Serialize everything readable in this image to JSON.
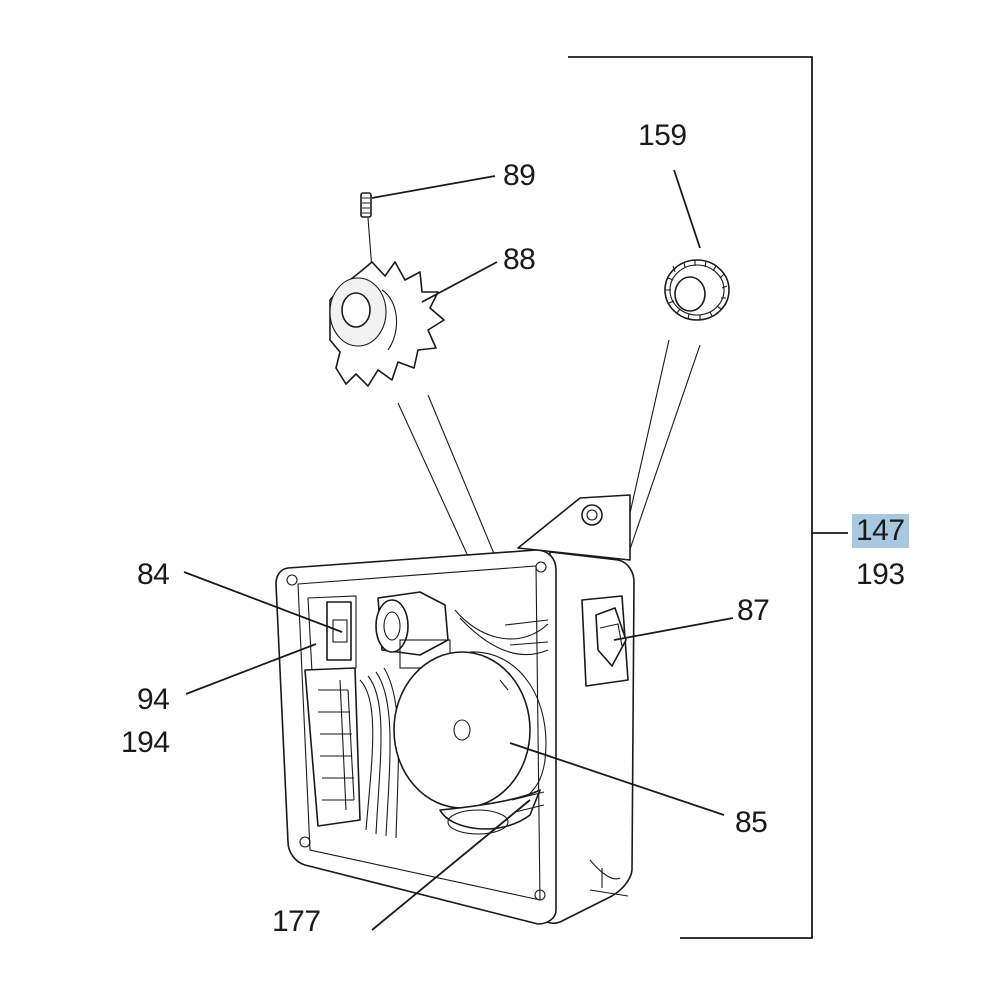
{
  "callouts": {
    "c89": "89",
    "c88": "88",
    "c159": "159",
    "c147": "147",
    "c193": "193",
    "c84": "84",
    "c87": "87",
    "c94": "94",
    "c194": "194",
    "c85": "85",
    "c177": "177"
  },
  "colors": {
    "highlight": "#a8c8e0",
    "ink": "#1a1a1a"
  },
  "highlighted_callout": "147"
}
